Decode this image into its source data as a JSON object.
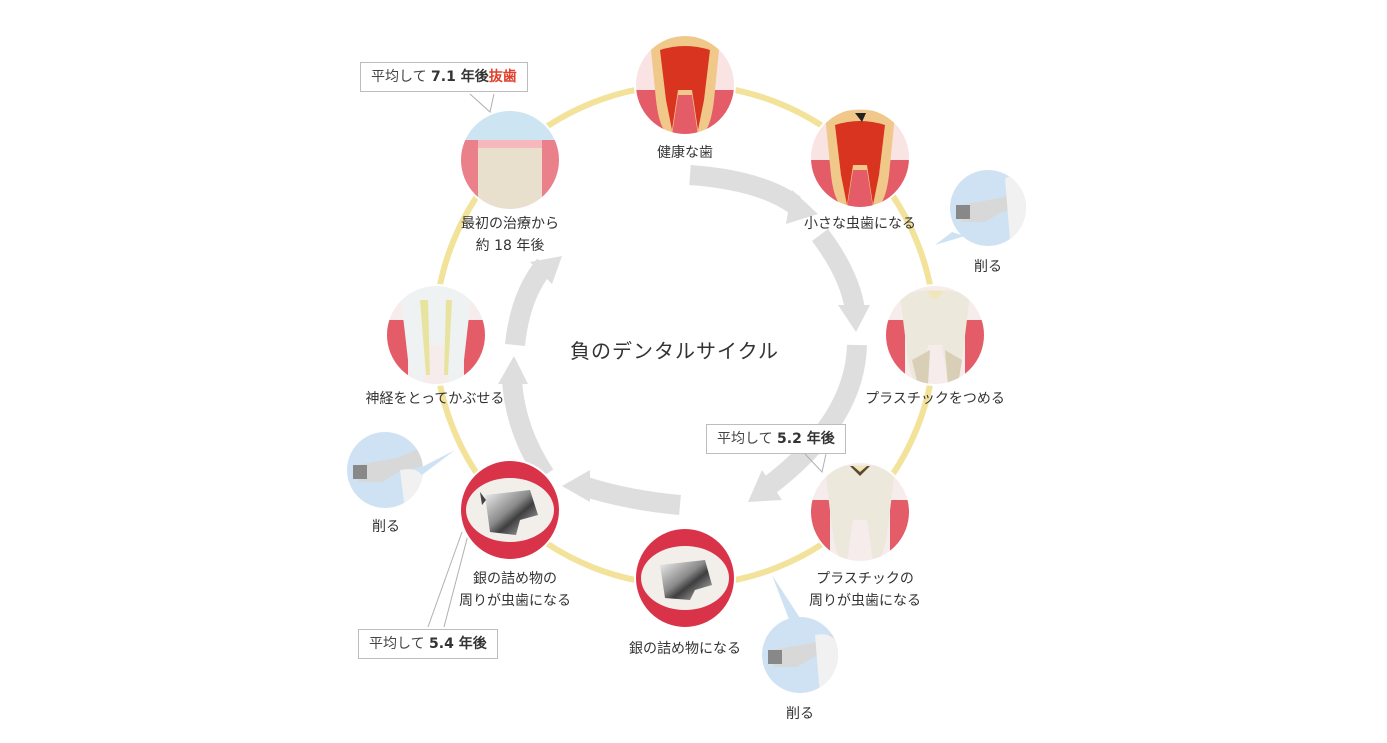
{
  "title": "負のデンタルサイクル",
  "stages": [
    {
      "label": [
        "健康な歯"
      ]
    },
    {
      "label": [
        "小さな虫歯になる"
      ]
    },
    {
      "label": [
        "プラスチックをつめる"
      ]
    },
    {
      "label": [
        "プラスチックの",
        "周りが虫歯になる"
      ]
    },
    {
      "label": [
        "銀の詰め物になる"
      ]
    },
    {
      "label": [
        "銀の詰め物の",
        "周りが虫歯になる"
      ]
    },
    {
      "label": [
        "神経をとってかぶせる"
      ]
    },
    {
      "label": [
        "最初の治療から",
        "約 18 年後"
      ]
    }
  ],
  "drill_label": "削る",
  "callouts": [
    {
      "prefix": "平均して",
      "value": "7.1 年後",
      "suffix": "抜歯"
    },
    {
      "prefix": "平均して",
      "value": "5.2 年後"
    },
    {
      "prefix": "平均して",
      "value": "5.4 年後"
    }
  ],
  "colors": {
    "ring": "#f2e29a",
    "arrow": "#dedede",
    "gum": "#e35c68",
    "nerve": "#d9341f",
    "drill_bg": "#cfe2f3",
    "accent_red": "#e2412d"
  }
}
